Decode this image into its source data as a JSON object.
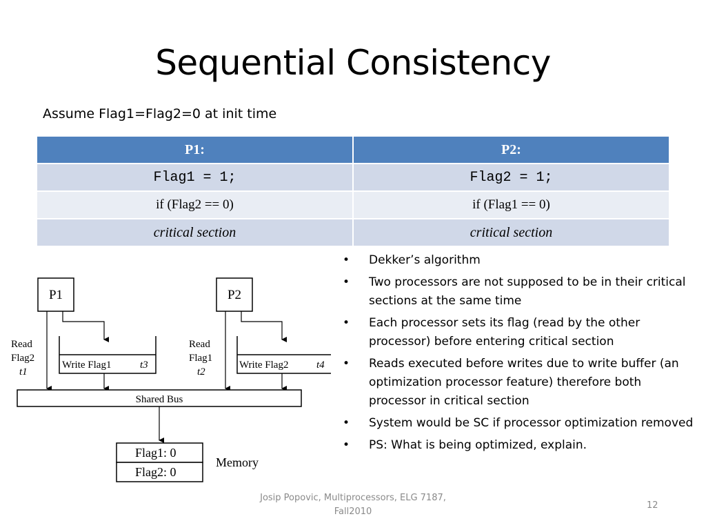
{
  "slide": {
    "title": "Sequential Consistency",
    "assumption": "Assume Flag1=Flag2=0 at init time",
    "footer": "Josip Popovic, Multiprocessors, ELG 7187, Fall2010",
    "page_number": "12"
  },
  "table": {
    "headers": [
      "P1:",
      "P2:"
    ],
    "rows": [
      [
        "Flag1 = 1;",
        "Flag2 = 1;"
      ],
      [
        "if (Flag2 == 0)",
        "if (Flag1 == 0)"
      ],
      [
        "critical section",
        "critical section"
      ]
    ],
    "colors": {
      "header": "#4f81bd",
      "row_dark": "#d0d8e8",
      "row_light": "#e9edf4"
    }
  },
  "bullets": [
    "Dekker’s algorithm",
    "Two processors are not supposed to be in their critical sections at the same time",
    "Each processor sets its flag (read by the other processor) before entering critical section",
    "Reads executed before writes due to write buffer (an optimization processor feature) therefore both processor in critical section",
    "System would be SC if processor optimization removed",
    "PS: What is being optimized, explain."
  ],
  "diagram": {
    "p1": "P1",
    "p2": "P2",
    "read1": [
      "Read",
      "Flag2",
      "t1"
    ],
    "read2": [
      "Read",
      "Flag1",
      "t2"
    ],
    "buffer1": "Write Flag1",
    "buffer1_time": "t3",
    "buffer2": "Write Flag2",
    "buffer2_time": "t4",
    "bus": "Shared Bus",
    "memory_cells": [
      "Flag1: 0",
      "Flag2: 0"
    ],
    "memory_label": "Memory"
  }
}
